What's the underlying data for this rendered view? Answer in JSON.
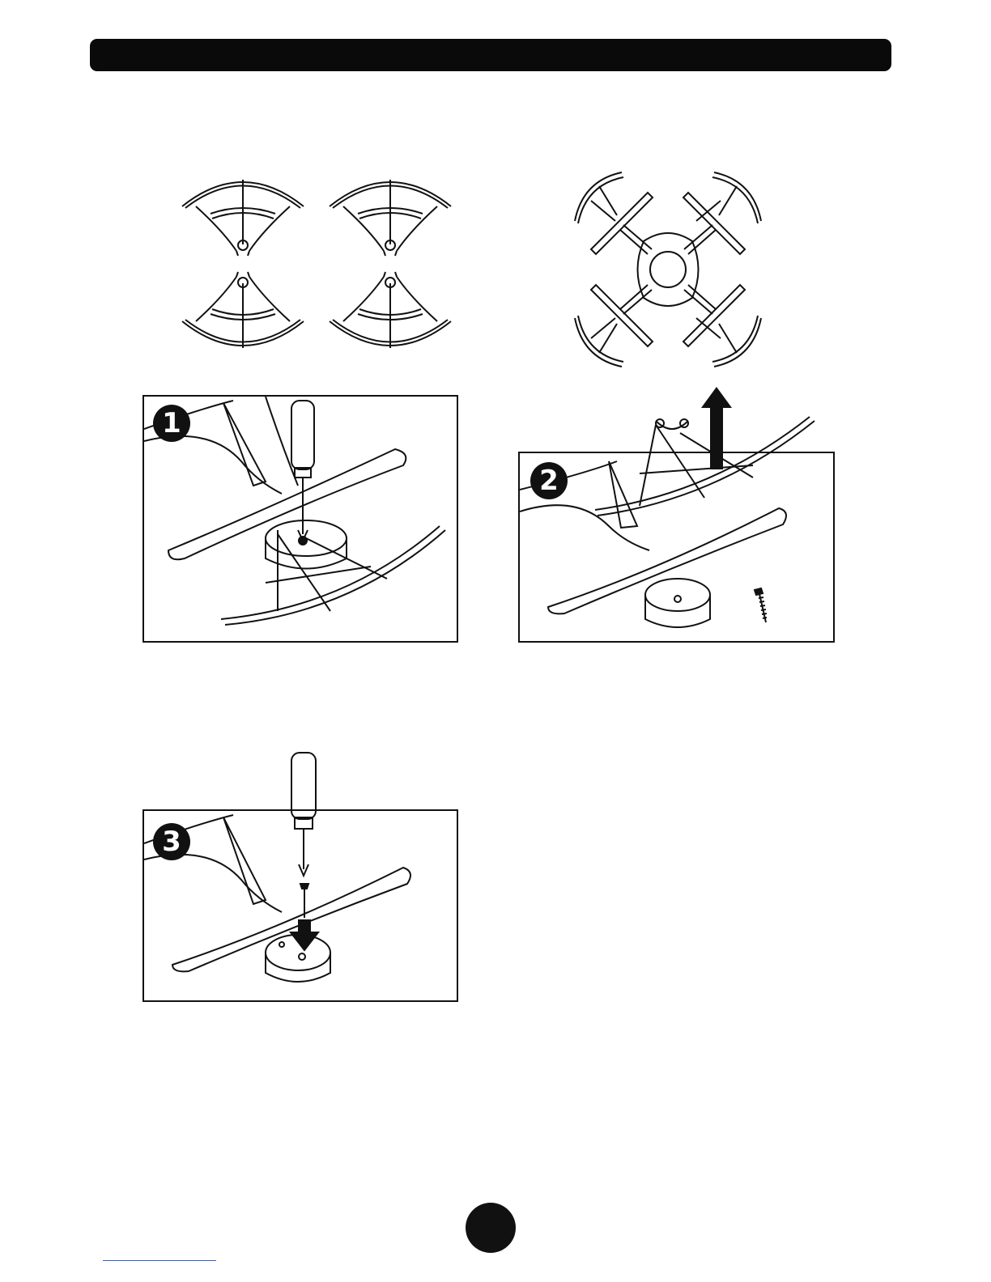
{
  "header": {
    "background": "#0a0a0a"
  },
  "steps": {
    "step1": {
      "number": "1"
    },
    "step2": {
      "number": "2"
    },
    "step3": {
      "number": "3"
    }
  },
  "illustrations": {
    "guards_set": "propeller-guard-icon",
    "drone_top": "quadcopter-icon",
    "screwdriver": "screwdriver-icon",
    "screw": "screw-icon",
    "arrow_up": "arrow-up-icon",
    "arrow_down": "arrow-down-icon"
  },
  "footer": {
    "page_dot_color": "#111111",
    "rule_color": "#2d5fd0"
  }
}
